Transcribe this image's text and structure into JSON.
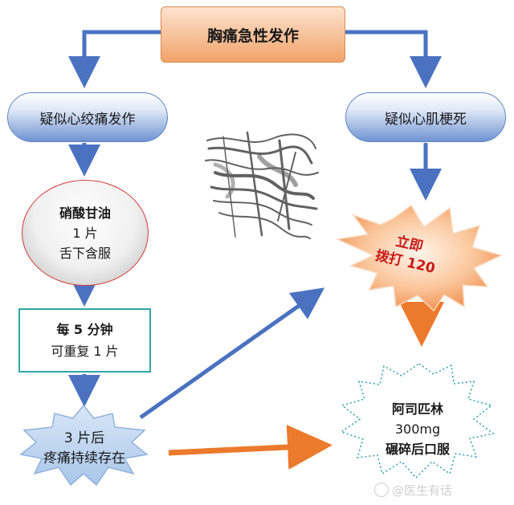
{
  "title": "胸痛急性发作",
  "branches": {
    "left": "疑似心绞痛发作",
    "right": "疑似心肌梗死"
  },
  "steps": {
    "medication": {
      "name": "硝酸甘油",
      "dose": "1 片",
      "route": "舌下含服"
    },
    "repeat": {
      "line1": "每 5 分钟",
      "line2": "可重复 1 片"
    },
    "persist": {
      "line1": "3 片后",
      "line2": "疼痛持续存在"
    },
    "emergency": {
      "line1": "立即",
      "line2": "拨打 120"
    },
    "aspirin": {
      "name": "阿司匹林",
      "dose": "300mg",
      "instruction": "碾碎后口服"
    }
  },
  "watermark": "@医生有话",
  "colors": {
    "blue_arrow": "#4a72c0",
    "orange_arrow": "#ec7a2c",
    "title_fill": "#f2a36a",
    "pill_fill": "#6f93d2",
    "alert_text": "#c61a1a",
    "rect_border": "#2da7a7",
    "circle_border": "#d23a3a"
  }
}
